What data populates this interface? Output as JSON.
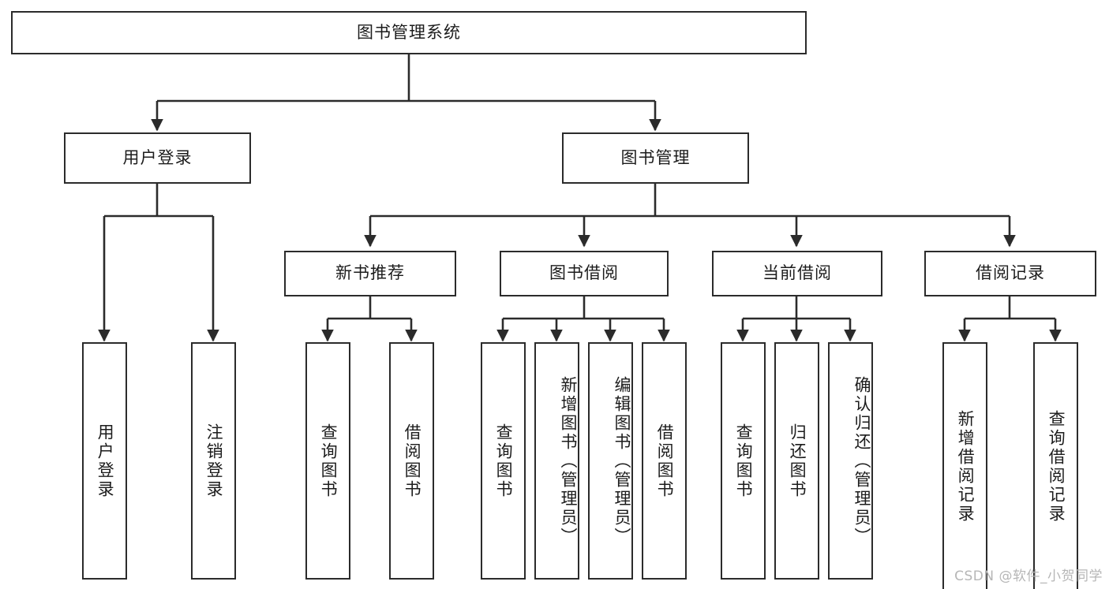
{
  "diagram": {
    "title": "图书管理系统",
    "watermark": "CSDN @软件_小贺同学",
    "line_color": "#2b2b2b",
    "box_fill": "#ffffff",
    "text_color": "#1c1c1c",
    "watermark_color": "#b6b6b6",
    "root": {
      "label": "图书管理系统",
      "orientation": "horizontal"
    },
    "level2": [
      {
        "label": "用户登录",
        "orientation": "horizontal"
      },
      {
        "label": "图书管理",
        "orientation": "horizontal"
      }
    ],
    "level3": [
      {
        "label": "新书推荐",
        "orientation": "horizontal"
      },
      {
        "label": "图书借阅",
        "orientation": "horizontal"
      },
      {
        "label": "当前借阅",
        "orientation": "horizontal"
      },
      {
        "label": "借阅记录",
        "orientation": "horizontal"
      }
    ],
    "leaves": {
      "user_login": [
        {
          "label": "用户登录",
          "orientation": "vertical"
        },
        {
          "label": "注销登录",
          "orientation": "vertical"
        }
      ],
      "new_book_recommend": [
        {
          "label": "查询图书",
          "orientation": "vertical"
        },
        {
          "label": "借阅图书",
          "orientation": "vertical"
        }
      ],
      "book_borrow": [
        {
          "label": "查询图书",
          "orientation": "vertical"
        },
        {
          "label": "新增图书（管理员）",
          "orientation": "vertical"
        },
        {
          "label": "编辑图书（管理员）",
          "orientation": "vertical"
        },
        {
          "label": "借阅图书",
          "orientation": "vertical"
        }
      ],
      "current_borrow": [
        {
          "label": "查询图书",
          "orientation": "vertical"
        },
        {
          "label": "归还图书",
          "orientation": "vertical"
        },
        {
          "label": "确认归还（管理员）",
          "orientation": "vertical"
        }
      ],
      "borrow_record": [
        {
          "label": "新增借阅记录",
          "orientation": "vertical"
        },
        {
          "label": "查询借阅记录",
          "orientation": "vertical"
        }
      ]
    }
  }
}
